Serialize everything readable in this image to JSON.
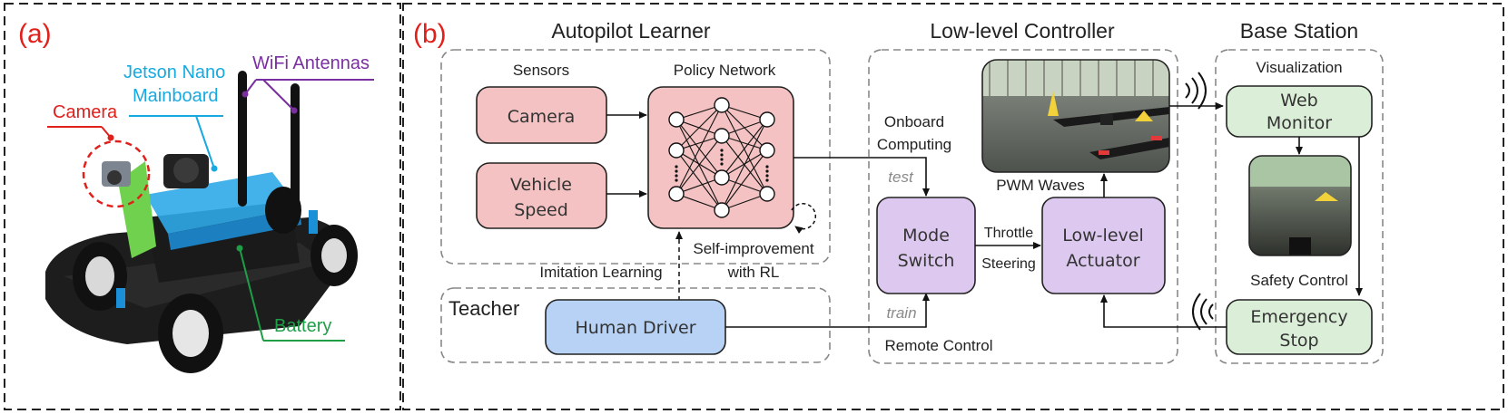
{
  "panel_a": {
    "label": "(a)",
    "camera": "Camera",
    "jetson_line1": "Jetson Nano",
    "jetson_line2": "Mainboard",
    "wifi": "WiFi Antennas",
    "battery": "Battery"
  },
  "panel_b": {
    "label": "(b)",
    "autopilot_title": "Autopilot Learner",
    "sensors_label": "Sensors",
    "policy_label": "Policy Network",
    "camera_box": "Camera",
    "vehicle_line1": "Vehicle",
    "vehicle_line2": "Speed",
    "self_improve_line1": "Self-improvement",
    "self_improve_line2": "with RL",
    "imitation": "Imitation Learning",
    "teacher": "Teacher",
    "human_driver": "Human Driver",
    "llc_title": "Low-level Controller",
    "onboard_line1": "Onboard",
    "onboard_line2": "Computing",
    "test": "test",
    "train": "train",
    "mode_line1": "Mode",
    "mode_line2": "Switch",
    "throttle": "Throttle",
    "steering": "Steering",
    "actuator_line1": "Low-level",
    "actuator_line2": "Actuator",
    "pwm": "PWM Waves",
    "remote": "Remote Control",
    "base_title": "Base Station",
    "visualization": "Visualization",
    "web_line1": "Web",
    "web_line2": "Monitor",
    "safety": "Safety Control",
    "estop_line1": "Emergency",
    "estop_line2": "Stop"
  },
  "colors": {
    "red_box": "#f4c2c2",
    "red_stroke": "#222222",
    "purple_box": "#ddc9f0",
    "blue_box": "#b7d2f5",
    "green_box": "#dbeed7",
    "label_red": "#e0201b",
    "jetson_cyan": "#18a9e0",
    "wifi_purple": "#7a2fa0",
    "battery_green": "#1f9e48"
  }
}
